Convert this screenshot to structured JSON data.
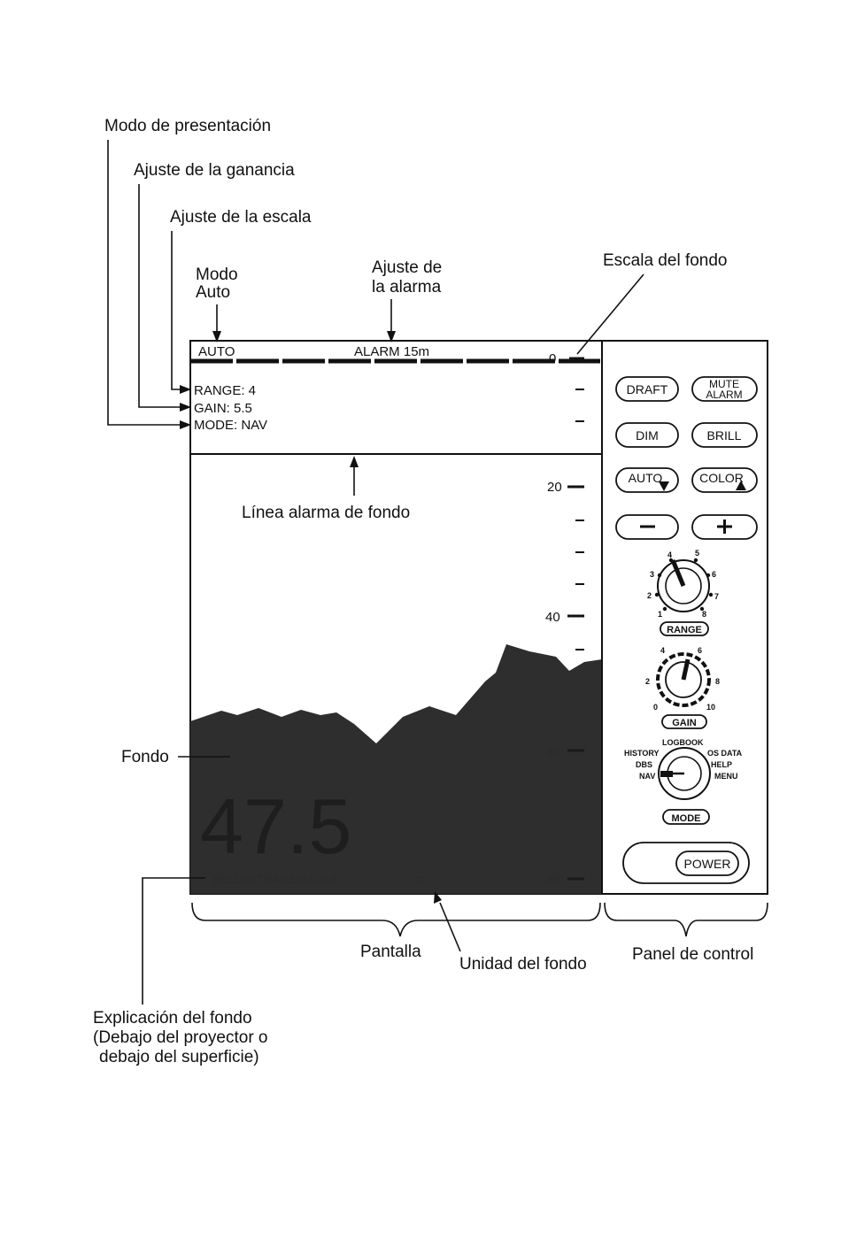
{
  "callouts": {
    "modo_presentacion": "Modo de presentación",
    "ajuste_ganancia": "Ajuste de la ganancia",
    "ajuste_escala": "Ajuste de la escala",
    "modo_auto_line1": "Modo",
    "modo_auto_line2": "Auto",
    "ajuste_alarma_line1": "Ajuste de",
    "ajuste_alarma_line2": "la alarma",
    "escala_fondo": "Escala del fondo",
    "linea_alarma": "Línea alarma de fondo",
    "fondo": "Fondo",
    "pantalla": "Pantalla",
    "unidad_fondo": "Unidad del fondo",
    "panel_control": "Panel de control",
    "explicacion_line1": "Explicación del fondo",
    "explicacion_line2": "(Debajo del proyector o",
    "explicacion_line3": "debajo del superficie)"
  },
  "screen": {
    "mode_indicator": "AUTO",
    "alarm_setting": "ALARM 15m",
    "range": "RANGE: 4",
    "gain": "GAIN: 5.5",
    "mode": "MODE: NAV",
    "scale_zero": "0",
    "scale_20": "20",
    "scale_40": "40",
    "scale_60": "60",
    "scale_80": "80",
    "depth_value": "47.5",
    "bottom_caption": "BELOW TRANSDUCER",
    "depth_unit": "m"
  },
  "panel": {
    "draft": "DRAFT",
    "mute_line1": "MUTE",
    "mute_line2": "ALARM",
    "dim": "DIM",
    "brill": "BRILL",
    "auto": "AUTO",
    "color": "COLOR",
    "minus": "−",
    "plus": "+",
    "range_label": "RANGE",
    "range_ticks": [
      "1",
      "2",
      "3",
      "4",
      "5",
      "6",
      "7",
      "8"
    ],
    "gain_label": "GAIN",
    "gain_ticks": [
      "0",
      "2",
      "4",
      "6",
      "8",
      "10"
    ],
    "mode_label": "MODE",
    "mode_logbook": "LOGBOOK",
    "mode_history": "HISTORY",
    "mode_dbs": "DBS",
    "mode_nav": "NAV",
    "mode_osdata": "OS DATA",
    "mode_help": "HELP",
    "mode_menu": "MENU",
    "power": "POWER"
  },
  "colors": {
    "seabed": "#2e2e2e",
    "outline": "#111111",
    "background": "#ffffff"
  }
}
